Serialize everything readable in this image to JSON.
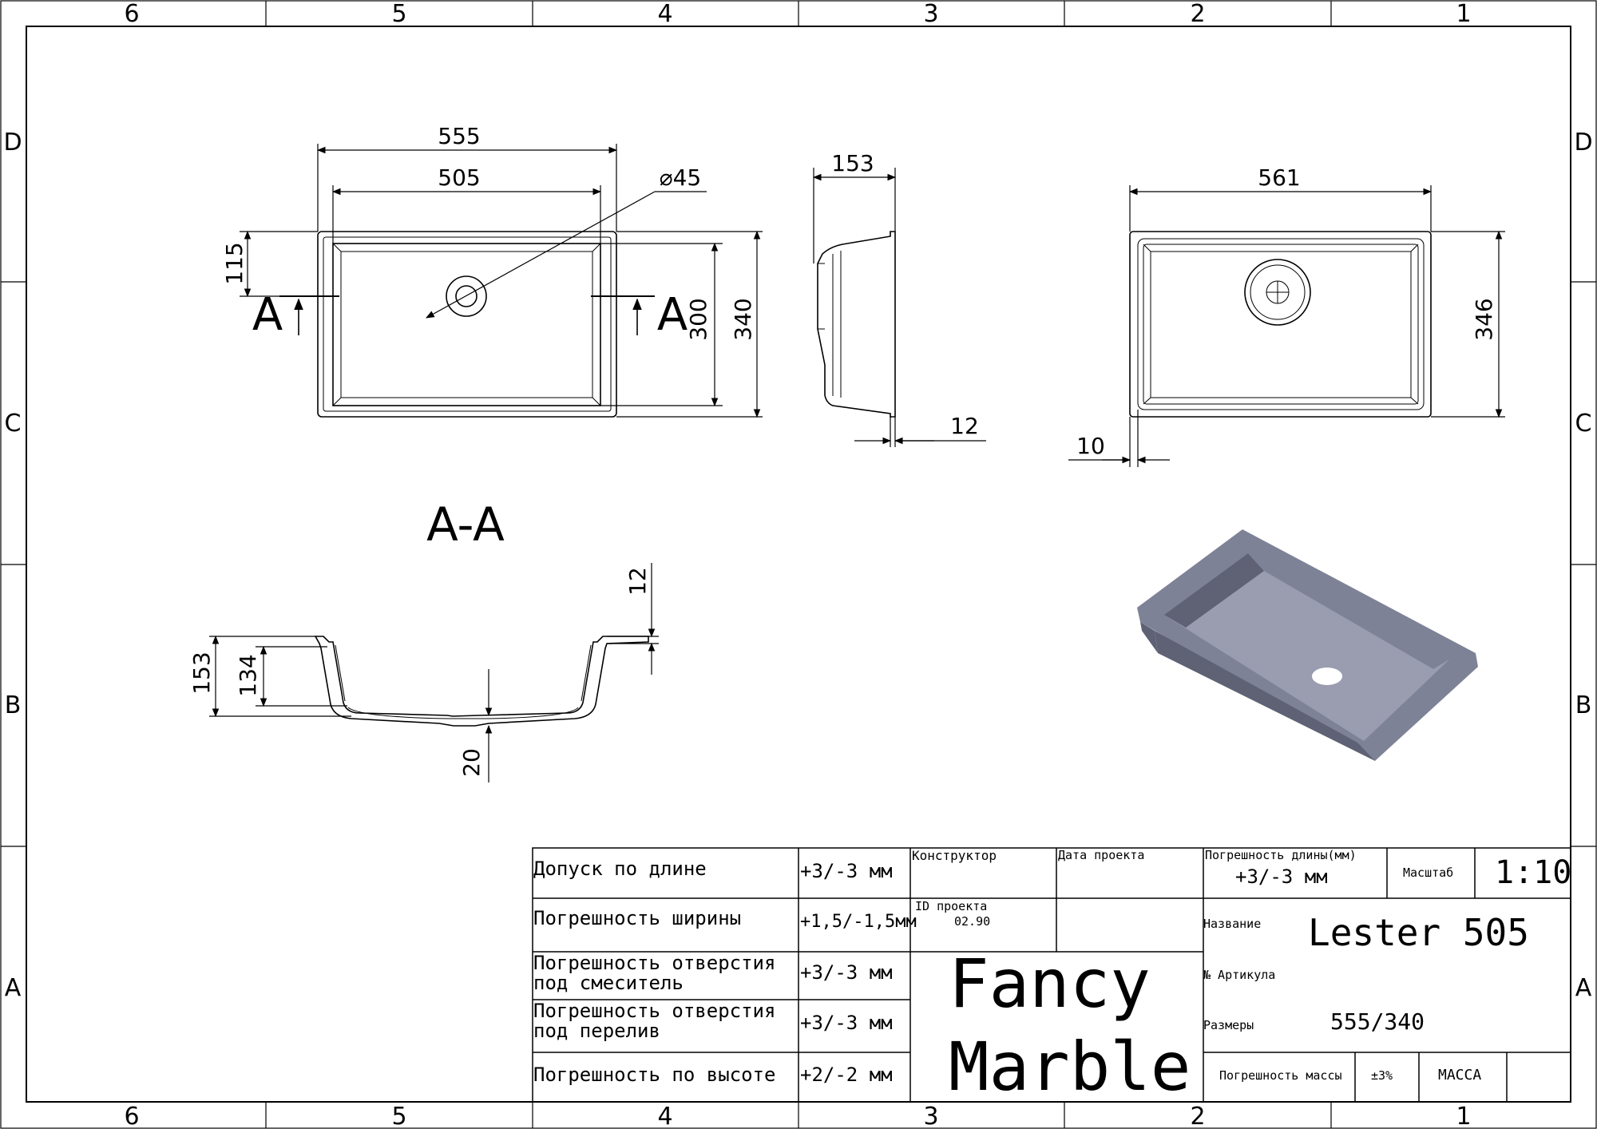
{
  "frame": {
    "columns": [
      "6",
      "5",
      "4",
      "3",
      "2",
      "1"
    ],
    "rows": [
      "D",
      "C",
      "B",
      "A"
    ]
  },
  "top_view": {
    "width_outer": "555",
    "width_inner": "505",
    "hole_diameter": "⌀45",
    "offset_115": "115",
    "height_inner": "300",
    "height_outer": "340",
    "section_label_left": "A",
    "section_label_right": "A"
  },
  "side_view": {
    "depth": "153",
    "rim": "12"
  },
  "bottom_view": {
    "width": "561",
    "height": "346",
    "rim": "10"
  },
  "section": {
    "title": "A-A",
    "total_height": "153",
    "inner_depth": "134",
    "rim_thickness": "12",
    "bottom_thickness": "20"
  },
  "title_block": {
    "tolerances": [
      {
        "label": "Допуск по длине",
        "value": "+3/-3 мм"
      },
      {
        "label": "Погрешность ширины",
        "value": "+1,5/-1,5мм"
      },
      {
        "label_line1": "Погрешность отверстия",
        "label_line2": "под смеситель",
        "value": "+3/-3 мм"
      },
      {
        "label_line1": "Погрешность отверстия",
        "label_line2": "под перелив",
        "value": "+3/-3 мм"
      },
      {
        "label": "Погрешность по высоте",
        "value": "+2/-2 мм"
      }
    ],
    "designer_label": "Конструктор",
    "project_date_label": "Дата проекта",
    "project_id_label": "ID проекта",
    "project_id_value": "02.90",
    "brand_line1": "Fancy",
    "brand_line2": "Marble",
    "length_tolerance_label": "Погрешность длины(мм)",
    "length_tolerance_value": "+3/-3 мм",
    "scale_label": "Масштаб",
    "scale_value": "1:10",
    "name_label": "Название",
    "name_value": "Lester 505",
    "article_label": "№ Артикула",
    "sizes_label": "Размеры",
    "sizes_value": "555/340",
    "mass_tolerance_label": "Погрешность массы",
    "mass_tolerance_value": "±3%",
    "mass_label": "МАССА"
  },
  "colors": {
    "line": "#000000",
    "render_rim": "#7e8296",
    "render_inner": "#9a9db0",
    "render_shadow": "#5f6275"
  }
}
